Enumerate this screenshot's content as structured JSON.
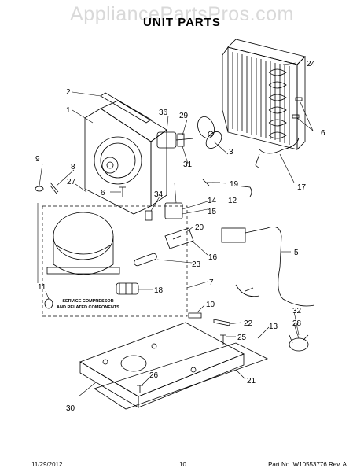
{
  "header": {
    "watermark": "AppliancePartsPros.com",
    "title": "UNIT PARTS"
  },
  "diagram": {
    "callouts": [
      "1",
      "2",
      "3",
      "5",
      "6",
      "6",
      "7",
      "8",
      "9",
      "10",
      "11",
      "12",
      "13",
      "14",
      "15",
      "16",
      "17",
      "18",
      "19",
      "20",
      "21",
      "22",
      "23",
      "24",
      "25",
      "26",
      "27",
      "28",
      "29",
      "30",
      "31",
      "32",
      "34",
      "36"
    ],
    "note": [
      "SERVICE COMPRESSOR",
      "AND RELATED COMPONENTS"
    ]
  },
  "footer": {
    "date": "11/29/2012",
    "page": "10",
    "part": "Part No.  W10553776  Rev.  A"
  }
}
